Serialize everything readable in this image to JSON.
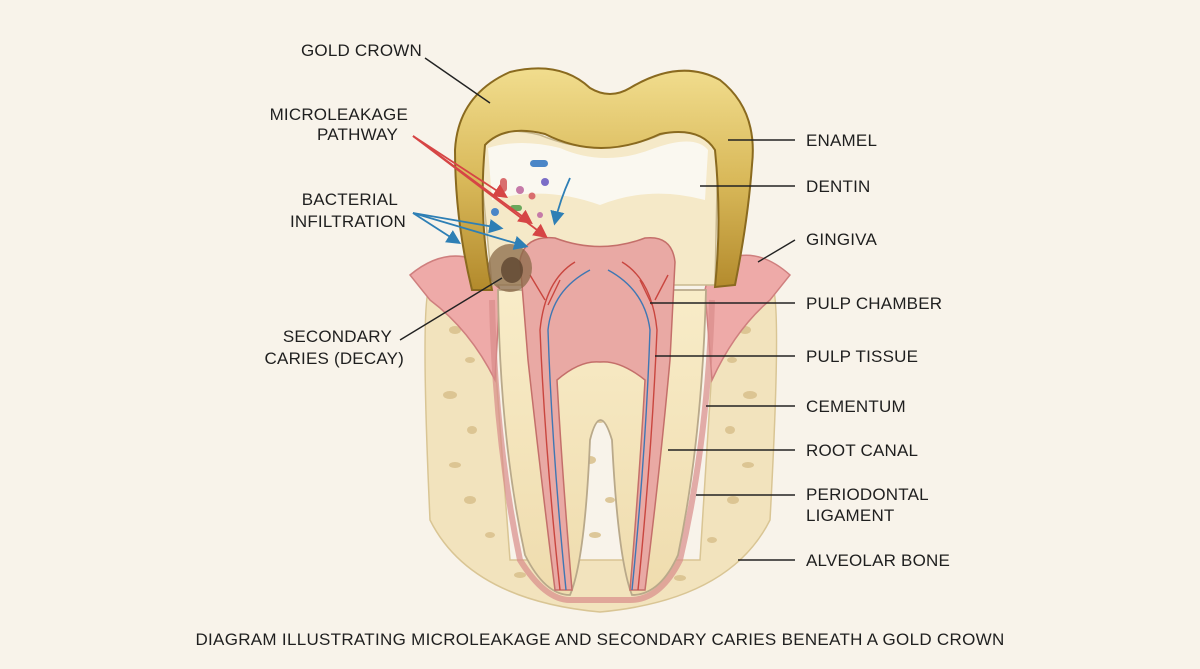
{
  "labels_left": {
    "gold_crown": "GOLD CROWN",
    "microleakage_1": "MICROLEAKAGE",
    "microleakage_2": "PATHWAY",
    "bacterial_1": "BACTERIAL",
    "bacterial_2": "INFILTRATION",
    "secondary_1": "SECONDARY",
    "secondary_2": "CARIES (DECAY)"
  },
  "labels_right": {
    "enamel": "ENAMEL",
    "dentin": "DENTIN",
    "gingiva": "GINGIVA",
    "pulp_chamber": "PULP CHAMBER",
    "pulp_tissue": "PULP TISSUE",
    "cementum": "CEMENTUM",
    "root_canal": "ROOT CANAL",
    "periodontal_1": "PERIODONTAL",
    "periodontal_2": "LIGAMENT",
    "alveolar_bone": "ALVEOLAR BONE"
  },
  "caption": "DIAGRAM ILLUSTRATING MICROLEAKAGE AND SECONDARY CARIES BENEATH A GOLD CROWN",
  "colors": {
    "background": "#f8f3ea",
    "crown_gold": "#d9b95a",
    "dentin": "#f3e3b8",
    "pulp": "#e9a9a4",
    "gingiva": "#eeaaa8",
    "bone": "#f2e3bd",
    "artery": "#c9463f",
    "vein": "#3f77b3",
    "leakage_arrow": "#d64545",
    "bacteria_arrow": "#2e7fb5"
  }
}
